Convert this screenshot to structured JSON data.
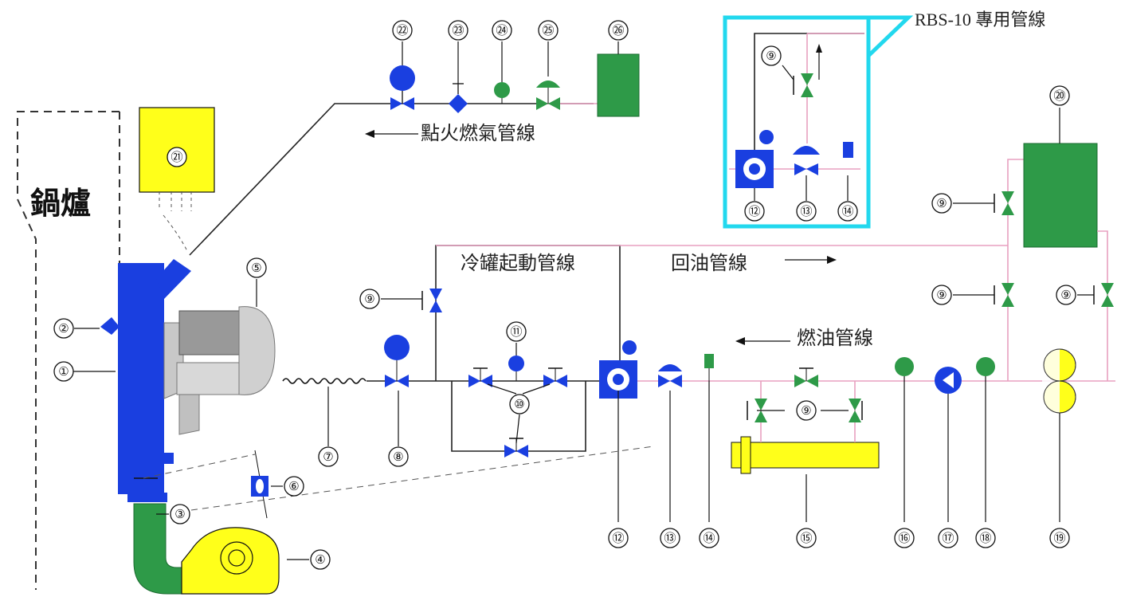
{
  "labels": {
    "boiler": "鍋爐",
    "ignition_gas_line": "點火燃氣管線",
    "cold_start_line": "冷罐起動管線",
    "return_oil_line": "回油管線",
    "fuel_oil_line": "燃油管線",
    "rbs_line": "RBS-10 專用管線"
  },
  "callouts": {
    "n1": "①",
    "n2": "②",
    "n3": "③",
    "n4": "④",
    "n5": "⑤",
    "n6": "⑥",
    "n7": "⑦",
    "n8": "⑧",
    "n9": "⑨",
    "n10": "⑩",
    "n11": "⑪",
    "n12": "⑫",
    "n13": "⑬",
    "n14": "⑭",
    "n15": "⑮",
    "n16": "⑯",
    "n17": "⑰",
    "n18": "⑱",
    "n19": "⑲",
    "n20": "⑳",
    "n21": "㉑",
    "n22": "㉒",
    "n23": "㉓",
    "n24": "㉔",
    "n25": "㉕",
    "n26": "㉖"
  },
  "colors": {
    "blue": "#1a3fe0",
    "green": "#2e9a48",
    "yellow": "#ffff1a",
    "pink_pipe": "#e8a0c0",
    "cyan_box": "#22d8ee",
    "grey_burner": "#c8c8c8"
  }
}
